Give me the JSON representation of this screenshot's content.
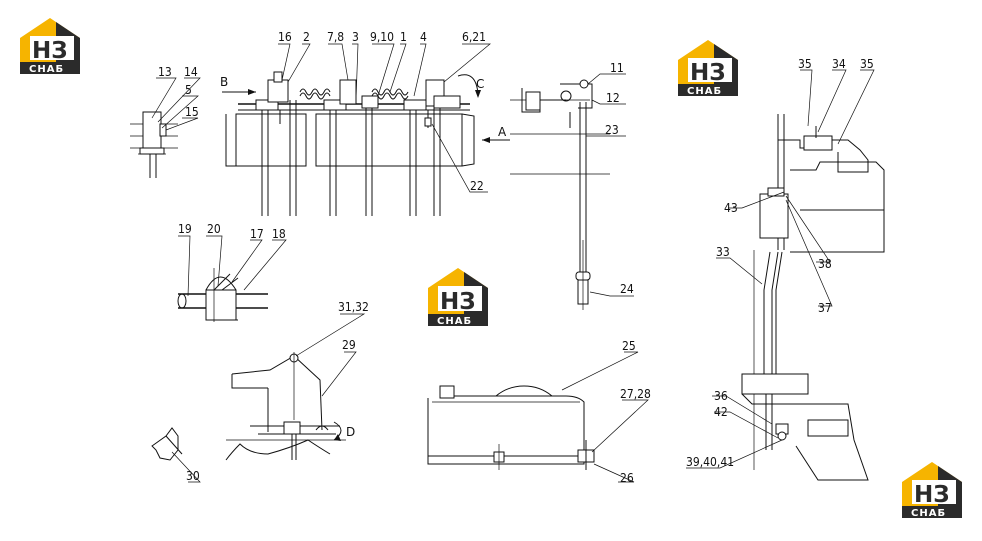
{
  "brand": {
    "mark_letters": "НЗ",
    "tagline": "СНАБ",
    "colors": {
      "accent": "#f6b400",
      "dark": "#2b2b2b",
      "letter": "#ffffff"
    }
  },
  "callouts": {
    "c16": "16",
    "c2": "2",
    "c78": "7,8",
    "c3": "3",
    "c910": "9,10",
    "c1": "1",
    "c4": "4",
    "c621": "6,21",
    "c11": "11",
    "c12": "12",
    "c23": "23",
    "c22": "22",
    "c24": "24",
    "c13": "13",
    "c14": "14",
    "c5": "5",
    "c15": "15",
    "c19": "19",
    "c20": "20",
    "c17": "17",
    "c18": "18",
    "c3132": "31,32",
    "c29": "29",
    "c30": "30",
    "c25": "25",
    "c2728": "27,28",
    "c26": "26",
    "c35a": "35",
    "c34": "34",
    "c35b": "35",
    "c43": "43",
    "c33": "33",
    "c38": "38",
    "c37": "37",
    "c36": "36",
    "c42": "42",
    "c394041": "39,40,41"
  },
  "view_labels": {
    "B": "B",
    "C": "C",
    "A": "A",
    "D": "D"
  }
}
